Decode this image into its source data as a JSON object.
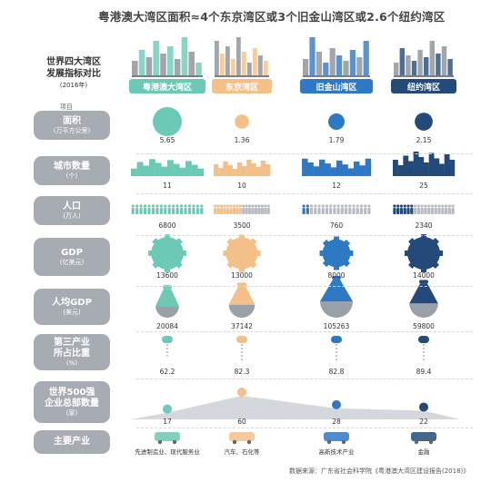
{
  "title": "粤港澳大湾区面积≈4个东京湾区或3个旧金山湾区或2.6个纽约湾区",
  "header": {
    "line1": "世界四大湾区",
    "line2": "发展指标对比",
    "year": "(2016年)",
    "item_label": "项目"
  },
  "colors": {
    "gba": "#6cc9b5",
    "tokyo": "#f4c089",
    "sf": "#2f78c4",
    "ny": "#234a78",
    "label_bg": "#a7acb2"
  },
  "chart_data": {
    "type": "table",
    "title": "粤港澳大湾区面积≈4个东京湾区或3个旧金山湾区或2.6个纽约湾区",
    "regions": [
      "粤港澳大湾区",
      "东京湾区",
      "旧金山湾区",
      "纽约湾区"
    ],
    "rows": [
      {
        "key": "area",
        "label": "面积",
        "unit": "(万平方公里)",
        "values": [
          "5.65",
          "1.36",
          "1.79",
          "2.15"
        ]
      },
      {
        "key": "cities",
        "label": "城市数量",
        "unit": "(个)",
        "values": [
          "11",
          "10",
          "12",
          "25"
        ]
      },
      {
        "key": "population",
        "label": "人口",
        "unit": "(万人)",
        "values": [
          "6800",
          "3500",
          "760",
          "2340"
        ]
      },
      {
        "key": "gdp",
        "label": "GDP",
        "unit": "(亿美元)",
        "values": [
          "13600",
          "13000",
          "8000",
          "14000"
        ]
      },
      {
        "key": "gdp_per_capita",
        "label": "人均GDP",
        "unit": "(美元)",
        "values": [
          "20084",
          "37142",
          "105263",
          "59800"
        ]
      },
      {
        "key": "tertiary",
        "label": "第三产业",
        "label2": "所占比重",
        "unit": "(%)",
        "values": [
          "62.2",
          "82.3",
          "82.8",
          "89.4"
        ]
      },
      {
        "key": "fortune500",
        "label": "世界500强",
        "label2": "企业总部数量",
        "unit": "(家)",
        "values": [
          "17",
          "60",
          "28",
          "22"
        ]
      },
      {
        "key": "industry",
        "label": "主要产业",
        "unit": "",
        "values": [
          "先进制造业、现代服务业",
          "汽车、石化等",
          "高新技术产业",
          "金融"
        ]
      }
    ]
  },
  "source": "数据来源：广东省社会科学院《粤港澳大湾区建设报告(2018)》"
}
